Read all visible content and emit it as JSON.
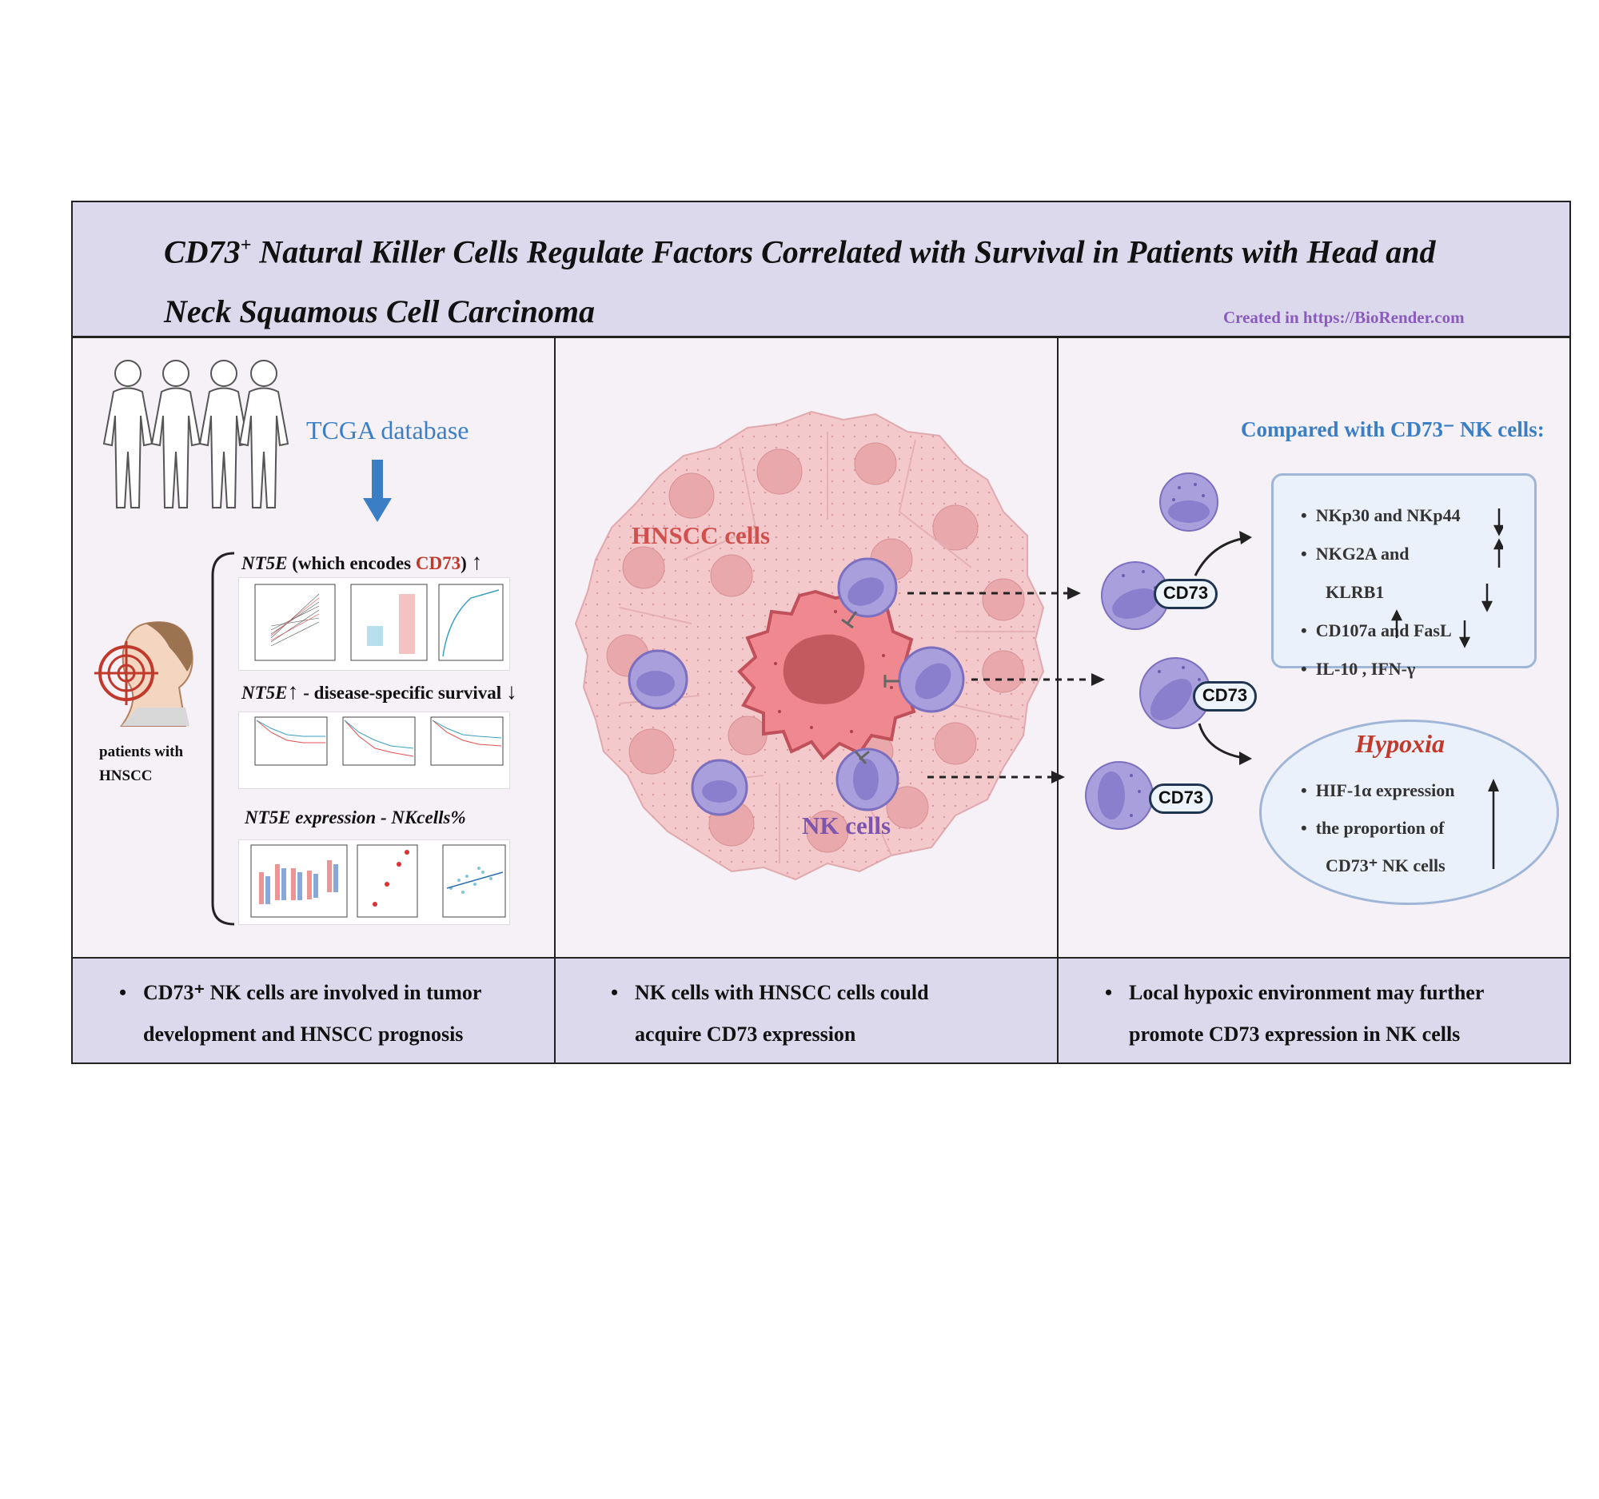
{
  "header": {
    "title_line1_prefix": "CD73",
    "title_line1_sup": "+",
    "title_line1_rest": " Natural Killer Cells Regulate Factors Correlated with Survival in Patients with Head and",
    "title_line2": "Neck Squamous Cell Carcinoma",
    "credit": "Created in  https://BioRender.com"
  },
  "left_panel": {
    "database_label": "TCGA database",
    "patients_label_line1": "patients with",
    "patients_label_line2": "HNSCC",
    "row1_gene": "NT5E",
    "row1_text": " (which encodes ",
    "row1_cd73": "CD73",
    "row1_close": ")",
    "row2_gene": "NT5E",
    "row2_text": " - disease-specific survival",
    "row3_text": "NT5E expression - NKcells%"
  },
  "middle_panel": {
    "hnscc_label": "HNSCC cells",
    "nk_label": "NK cells"
  },
  "right_panel": {
    "compared_label": "Compared with CD73⁻ NK cells:",
    "cd73_tag": "CD73",
    "list": [
      "NKp30 and NKp44",
      "NKG2A and",
      "KLRB1",
      "CD107a and FasL",
      "IL-10     , IFN-γ"
    ],
    "hypoxia_title": "Hypoxia",
    "hypoxia_items": [
      "HIF-1α expression",
      "the proportion of",
      "CD73⁺ NK cells"
    ]
  },
  "bottom": {
    "col1_line1": "CD73⁺ NK cells are involved in tumor",
    "col1_line2": "development and HNSCC prognosis",
    "col2_line1": "NK cells with HNSCC cells could",
    "col2_line2": "acquire CD73 expression",
    "col3_line1": "Local hypoxic environment may further",
    "col3_line2": "promote CD73 expression in NK cells"
  },
  "colors": {
    "band": "#dcd9ec",
    "panel": "#f6f1f7",
    "blue_text": "#3a7fc6",
    "red_text": "#c0392b",
    "purple_text": "#7d55ad",
    "tumor_pink": "#f2c2c4",
    "nk_purple": "#a49ad6"
  }
}
